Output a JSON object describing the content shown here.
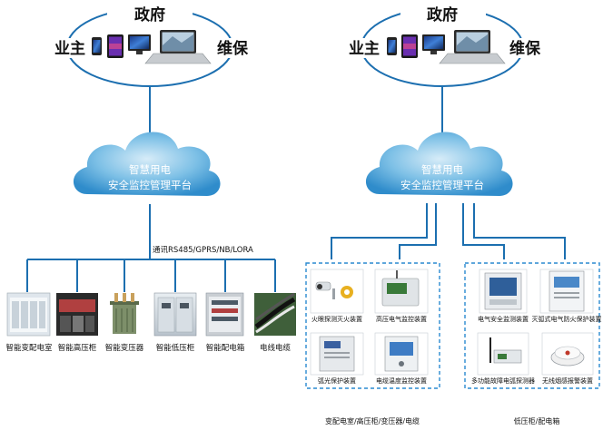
{
  "left": {
    "gov": "政府",
    "owner": "业主",
    "maint": "维保",
    "cloud_line1": "智慧用电",
    "cloud_line2": "安全监控管理平台",
    "comm": "通讯RS485/GPRS/NB/LORA",
    "devices": [
      "智能变配电室",
      "智能高压柜",
      "智能变压器",
      "智能低压柜",
      "智能配电箱",
      "电线电缆"
    ]
  },
  "right": {
    "gov": "政府",
    "owner": "业主",
    "maint": "维保",
    "cloud_line1": "智慧用电",
    "cloud_line2": "安全监控管理平台",
    "group1": {
      "items": [
        "火眼探测灭火装置",
        "高压电气监控装置",
        "弧光保护装置",
        "电缆温度监控装置"
      ],
      "caption": "变配电室/高压柜/变压器/电缆"
    },
    "group2": {
      "items": [
        "电气安全监测装置",
        "灭弧式电气防火保护装置",
        "多功能故障电弧探测器",
        "无线烟感报警装置"
      ],
      "caption": "低压柜/配电箱"
    }
  },
  "colors": {
    "line": "#1c6fb0",
    "dash": "#2a8ad0",
    "cloud_text": "#ffffff"
  }
}
